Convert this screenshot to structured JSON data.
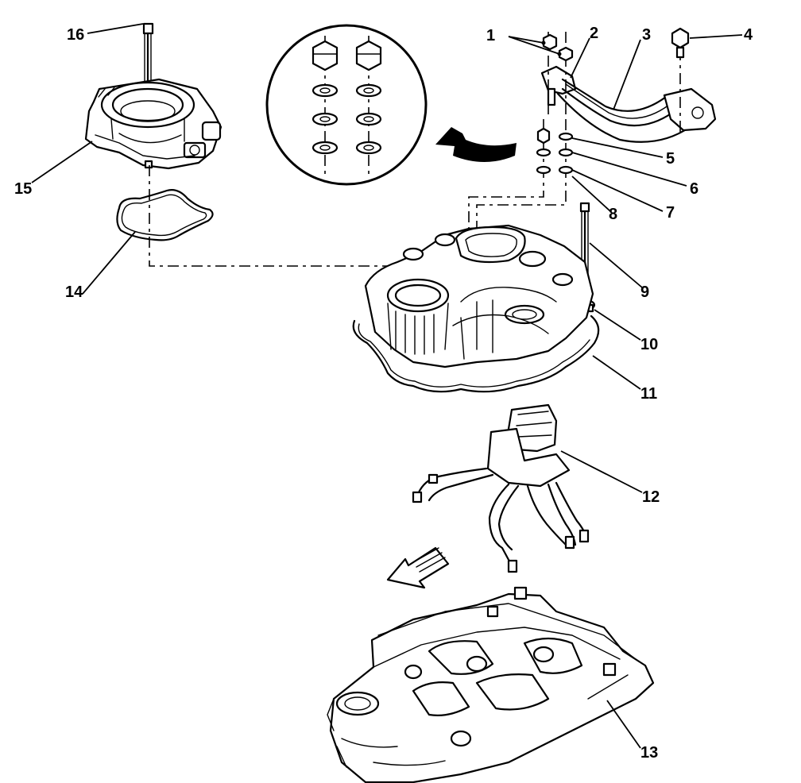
{
  "callouts": [
    {
      "id": "callout-1",
      "text": "1"
    },
    {
      "id": "callout-2",
      "text": "2"
    },
    {
      "id": "callout-3",
      "text": "3"
    },
    {
      "id": "callout-4",
      "text": "4"
    },
    {
      "id": "callout-5",
      "text": "5"
    },
    {
      "id": "callout-6",
      "text": "6"
    },
    {
      "id": "callout-7",
      "text": "7"
    },
    {
      "id": "callout-8",
      "text": "8"
    },
    {
      "id": "callout-9",
      "text": "9"
    },
    {
      "id": "callout-10",
      "text": "10"
    },
    {
      "id": "callout-11",
      "text": "11"
    },
    {
      "id": "callout-12",
      "text": "12"
    },
    {
      "id": "callout-13",
      "text": "13"
    },
    {
      "id": "callout-14",
      "text": "14"
    },
    {
      "id": "callout-15",
      "text": "15"
    },
    {
      "id": "callout-16",
      "text": "16"
    }
  ],
  "colors": {
    "line": "#000000",
    "background": "#ffffff"
  }
}
